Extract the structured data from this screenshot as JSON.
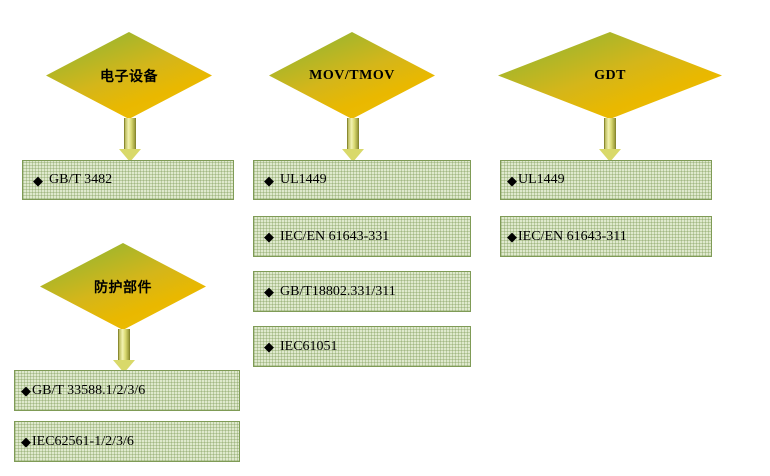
{
  "diagram": {
    "title": "",
    "colors": {
      "diamond_gradient_start": "#6ea832",
      "diamond_gradient_end": "#f0bf05",
      "box_fill": "#dfe9cd",
      "box_border": "#7f9b56",
      "arrow_fill": "#d9d96a"
    },
    "nodes": [
      {
        "id": "n1",
        "label": "电子设备",
        "type": "diamond"
      },
      {
        "id": "n2",
        "label": "MOV/TMOV",
        "type": "diamond"
      },
      {
        "id": "n3",
        "label": "GDT",
        "type": "diamond"
      },
      {
        "id": "n4",
        "label": "防护部件",
        "type": "diamond"
      }
    ],
    "bullet": "◆",
    "boxes": {
      "col1": [
        {
          "id": "b1",
          "label": "GB/T 3482"
        }
      ],
      "col2": [
        {
          "id": "b2",
          "label": "UL1449"
        },
        {
          "id": "b3",
          "label": "IEC/EN 61643-331"
        },
        {
          "id": "b4",
          "label": "GB/T18802.331/311"
        },
        {
          "id": "b5",
          "label": "IEC61051"
        }
      ],
      "col3": [
        {
          "id": "b6",
          "label": "UL1449"
        },
        {
          "id": "b7",
          "label": "IEC/EN 61643-311"
        }
      ],
      "col4": [
        {
          "id": "b8",
          "label": "GB/T 33588.1/2/3/6"
        },
        {
          "id": "b9",
          "label": "IEC62561-1/2/3/6"
        }
      ]
    }
  }
}
